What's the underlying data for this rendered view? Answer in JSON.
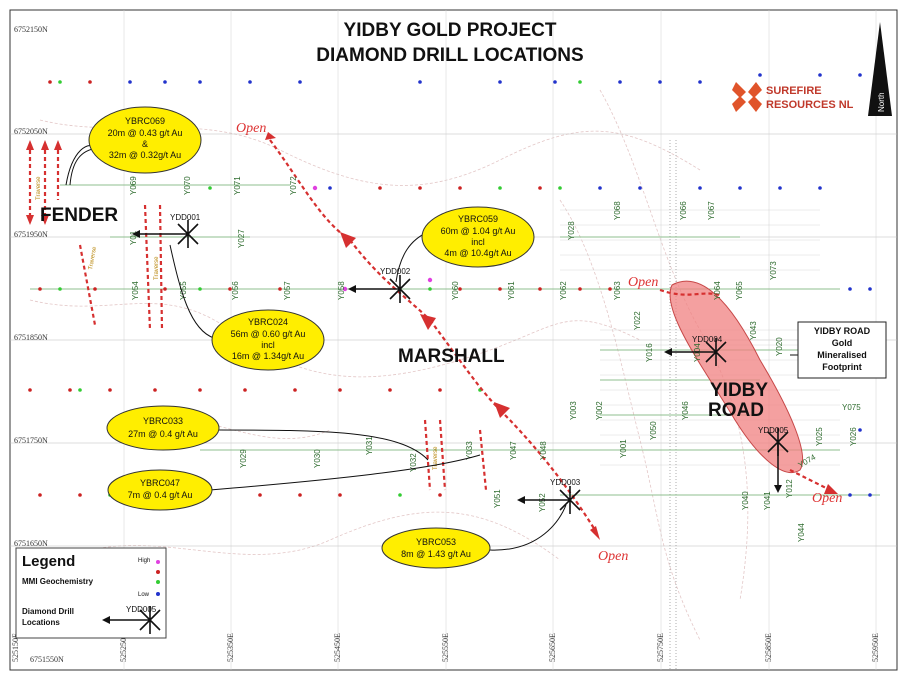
{
  "title": [
    "YIDBY GOLD PROJECT",
    "DIAMOND DRILL LOCATIONS"
  ],
  "logo": {
    "line1": "SUREFIRE",
    "line2": "RESOURCES NL"
  },
  "north_label": "North",
  "northings": [
    "6752150N",
    "6752050N",
    "6751950N",
    "6751850N",
    "6751750N",
    "6751650N",
    "6751550N"
  ],
  "eastings": [
    "525150E",
    "525250E",
    "525350E",
    "525450E",
    "525550E",
    "525650E",
    "525750E",
    "525850E",
    "525950E"
  ],
  "areas": {
    "fender": "FENDER",
    "marshall": "MARSHALL",
    "yidby_road": [
      "YIDBY",
      "ROAD"
    ]
  },
  "open_labels": [
    "Open",
    "Open",
    "Open",
    "Open"
  ],
  "holes": [
    "YDD001",
    "YDD002",
    "YDD003",
    "YDD004",
    "YDD005"
  ],
  "callouts": {
    "ybrc069": [
      "YBRC069",
      "20m @ 0.43 g/t Au",
      "&",
      "32m @ 0.32g/t Au"
    ],
    "ybrc059": [
      "YBRC059",
      "60m @ 1.04 g/t Au",
      "incl",
      "4m @ 10.4g/t Au"
    ],
    "ybrc024": [
      "YBRC024",
      "56m @ 0.60 g/t Au",
      "incl",
      "16m @ 1.34g/t Au"
    ],
    "ybrc033": [
      "YBRC033",
      "27m @ 0.4 g/t Au"
    ],
    "ybrc047": [
      "YBRC047",
      "7m @ 0.4 g/t Au"
    ],
    "ybrc053": [
      "YBRC053",
      "8m @ 1.43 g/t Au"
    ]
  },
  "footprint_box": [
    "YIDBY ROAD",
    "Gold",
    "Mineralised",
    "Footprint"
  ],
  "legend": {
    "title": "Legend",
    "mmi": "MMI Geochemistry",
    "high": "High",
    "low": "Low",
    "drill": [
      "Diamond Drill",
      "Locations"
    ]
  },
  "traverse_label": "Traverse",
  "lines": {
    "row1": [
      "Y069",
      "Y070",
      "Y071",
      "Y072"
    ],
    "row2": [
      "Y01",
      "Y027",
      "Y028",
      "Y068",
      "Y066",
      "Y067"
    ],
    "row3": [
      "Y054",
      "Y055",
      "Y056",
      "Y057",
      "Y058",
      "Y060",
      "Y061",
      "Y062",
      "Y063",
      "Y064",
      "Y065",
      "Y073"
    ],
    "row4": [
      "Y022",
      "Y016",
      "Y004",
      "Y043",
      "Y020"
    ],
    "row5": [
      "Y029",
      "Y030",
      "Y031",
      "Y032",
      "Y033",
      "Y047",
      "Y048",
      "Y003",
      "Y002",
      "Y001",
      "Y050",
      "Y046",
      "Y075",
      "Y025",
      "Y026",
      "Y074"
    ],
    "row6": [
      "Y051",
      "Y052",
      "Y040",
      "Y041",
      "Y012",
      "Y044"
    ]
  },
  "colors": {
    "dot_high": "#e040e0",
    "dot_mid": "#cc2222",
    "dot_green": "#33cc33",
    "dot_low": "#2233cc",
    "callout_fill": "#ffee00",
    "arrow": "#d63030",
    "footprint": "#f08080",
    "grid_line": "#8fbf8f"
  }
}
